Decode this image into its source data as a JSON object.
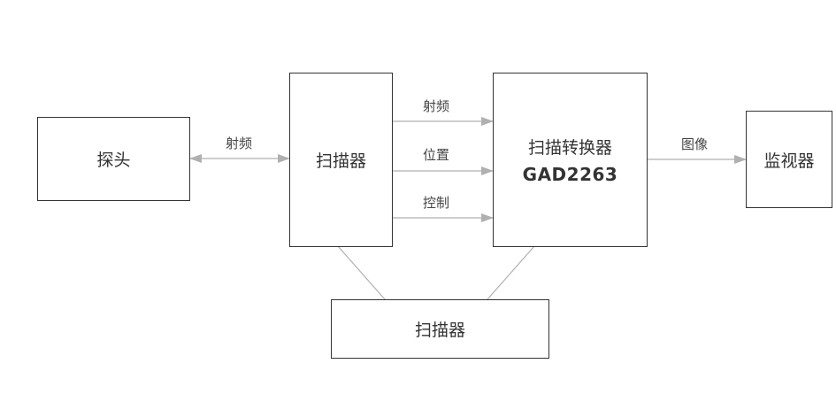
{
  "nodes": {
    "probe": {
      "label": "探头"
    },
    "scanner": {
      "label": "扫描器"
    },
    "scan_converter": {
      "label": "扫描转换器",
      "model": "GAD2263"
    },
    "monitor": {
      "label": "监视器"
    },
    "bottom_scanner": {
      "label": "扫描器"
    }
  },
  "edges": {
    "probe_scanner": {
      "label": "射频",
      "direction": "bidirectional"
    },
    "scanner_converter_rf": {
      "label": "射频"
    },
    "scanner_converter_position": {
      "label": "位置"
    },
    "scanner_converter_control": {
      "label": "控制"
    },
    "converter_monitor": {
      "label": "图像"
    }
  },
  "colors": {
    "box_border": "#333333",
    "wire": "#b0b0b0",
    "text": "#333333"
  }
}
